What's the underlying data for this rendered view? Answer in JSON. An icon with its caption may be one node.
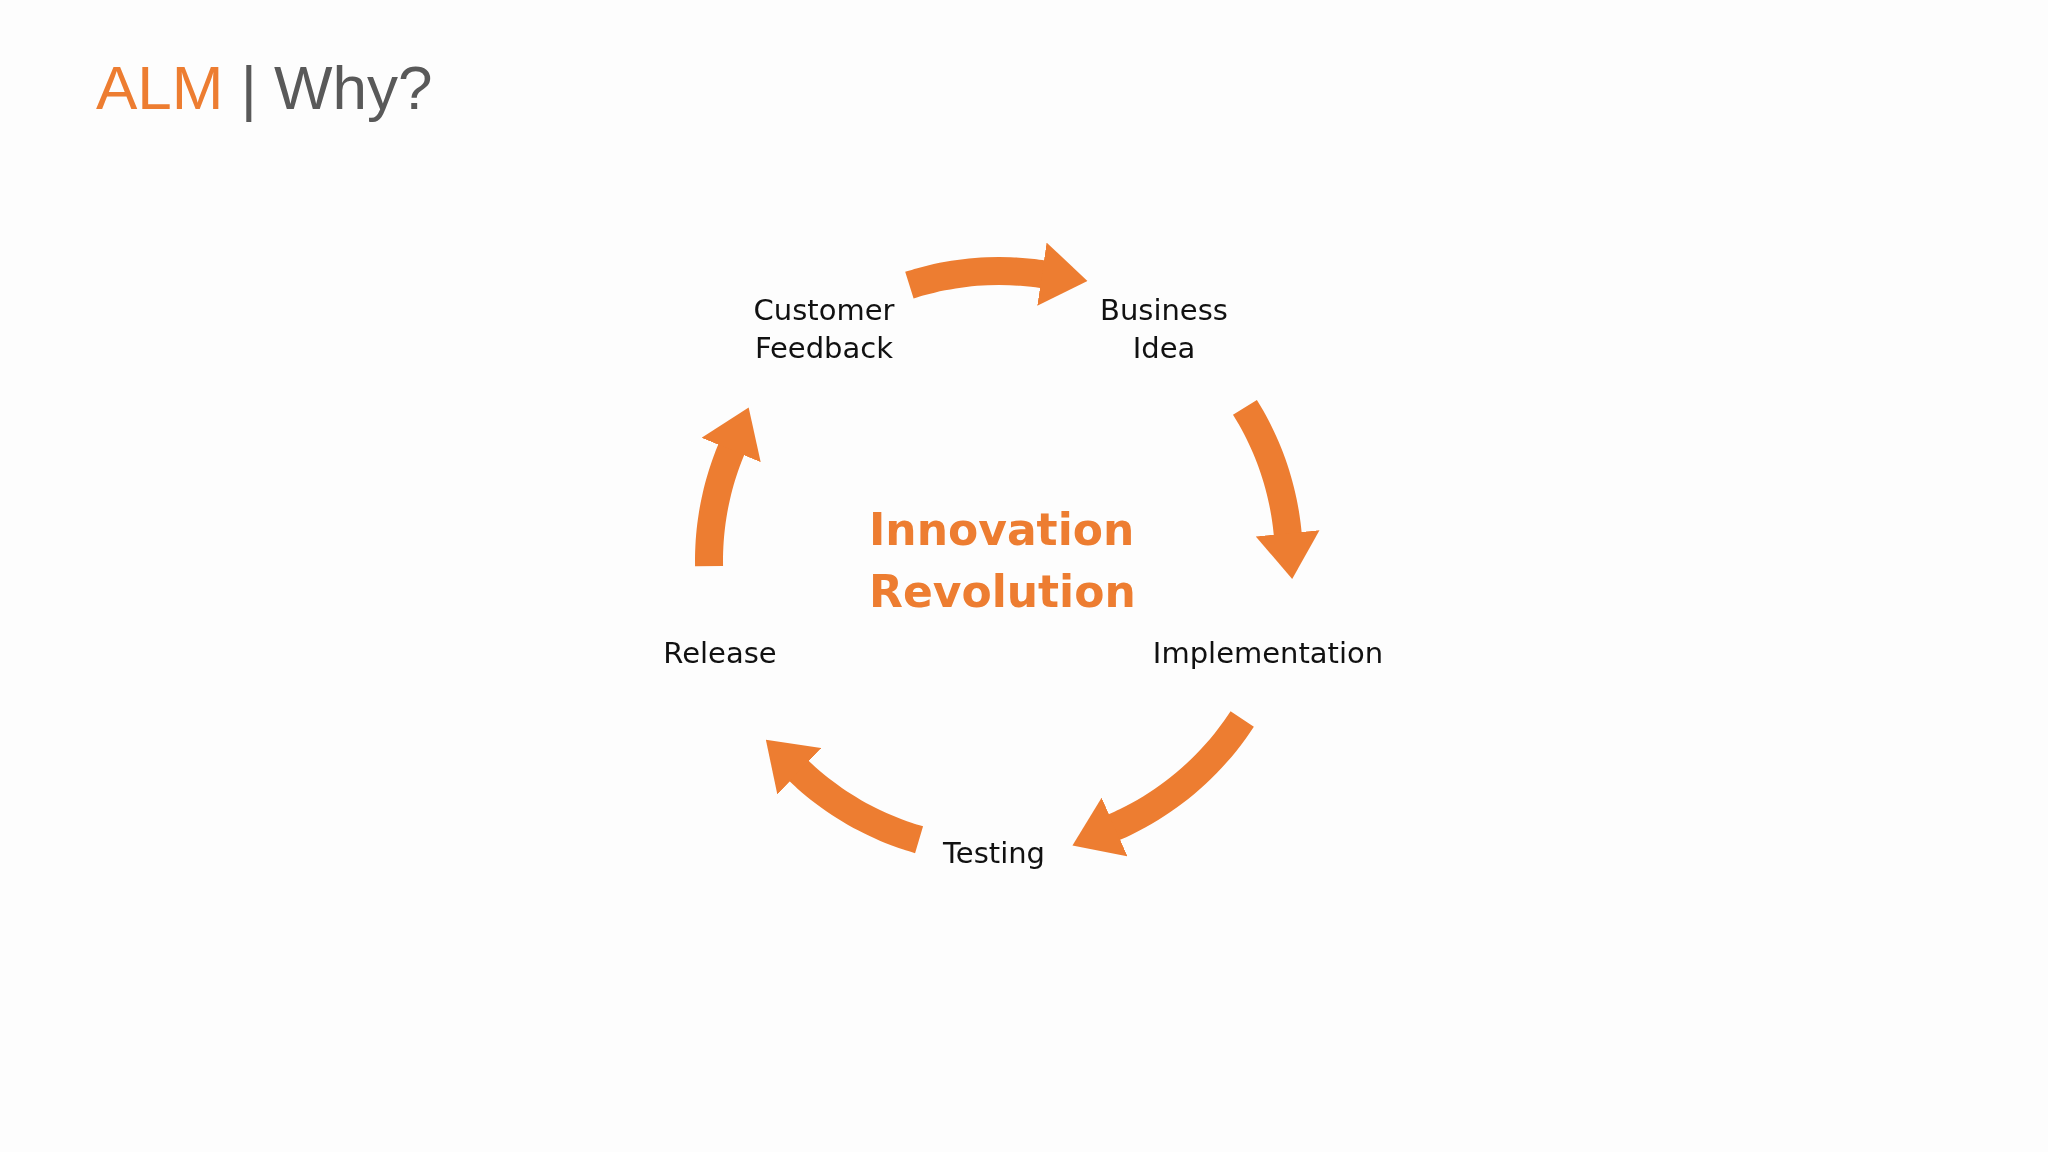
{
  "diagram": {
    "title": "ALM | Why?",
    "nodes": [
      {
        "text": [
          "Customer Feedback"
        ]
      },
      {
        "text": [
          "Business Idea"
        ]
      },
      {
        "text": [
          "Implementation"
        ]
      },
      {
        "text": [
          "Testing"
        ]
      },
      {
        "text": [
          "Release"
        ]
      }
    ],
    "edges": [
      {
        "from": 0,
        "to": 1,
        "arrow": "to"
      },
      {
        "from": 1,
        "to": 2,
        "arrow": "to"
      },
      {
        "from": 2,
        "to": 3,
        "arrow": "to"
      },
      {
        "from": 3,
        "to": 4,
        "arrow": "to"
      },
      {
        "from": 4,
        "to": 0,
        "arrow": "to"
      }
    ],
    "labels": [
      "Innovation Revolution"
    ]
  }
}
